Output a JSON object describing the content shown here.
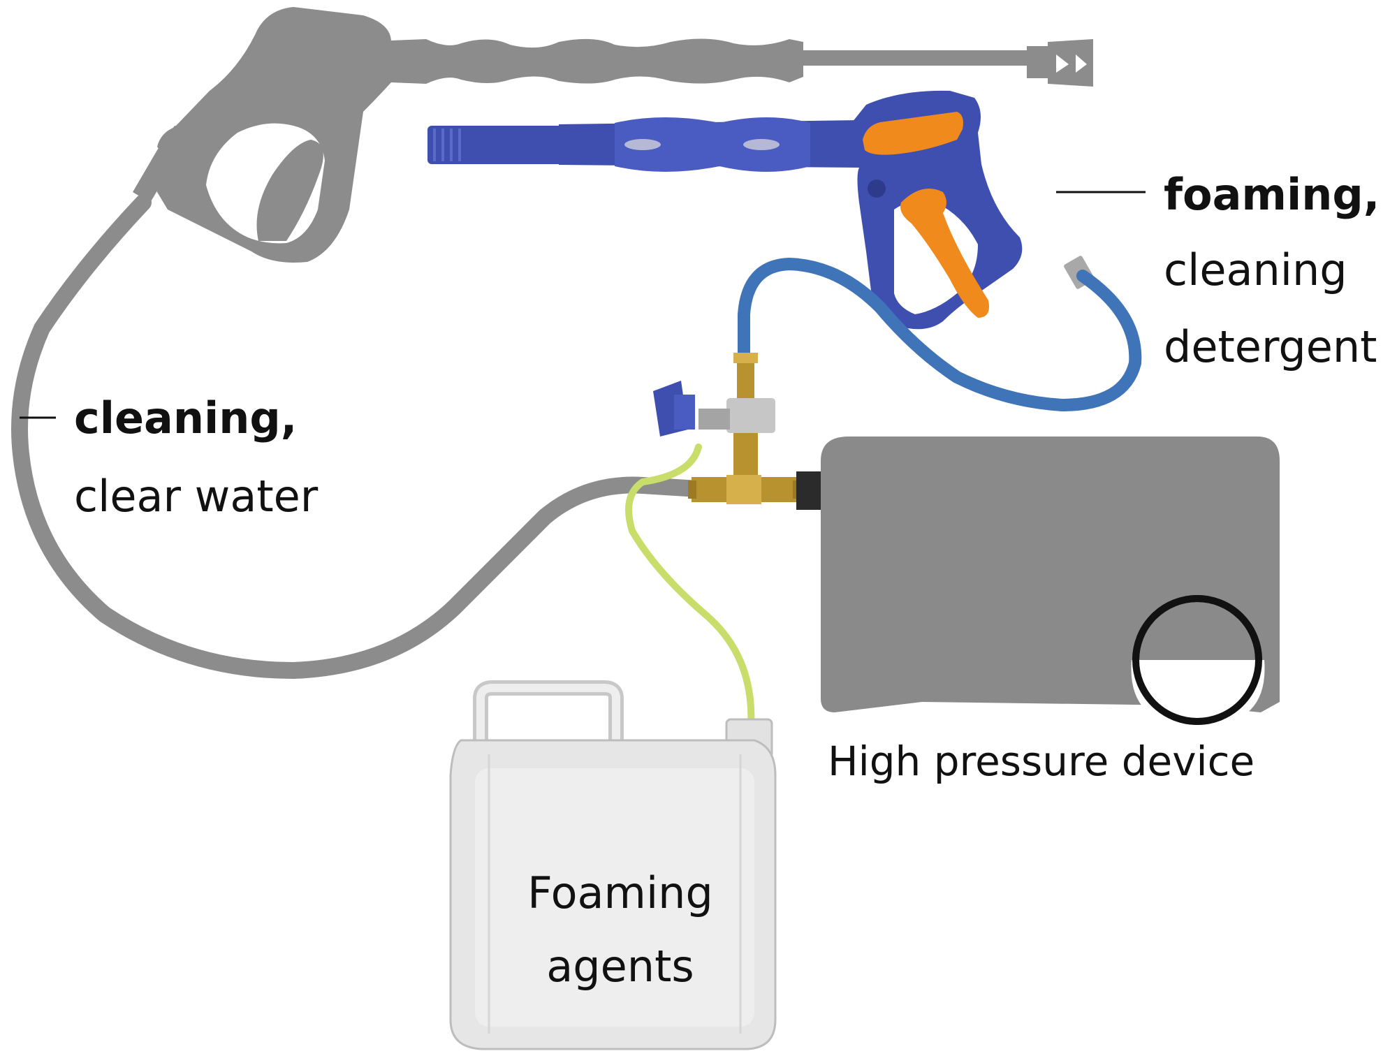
{
  "labels": {
    "left_bold": "cleaning,",
    "left_normal": "clear water",
    "right_bold": "foaming,",
    "right_normal_1": "cleaning",
    "right_normal_2": "detergent",
    "device": "High pressure device",
    "container_1": "Foaming",
    "container_2": "agents"
  },
  "colors": {
    "gray_equipment": "#8c8c8c",
    "device_body": "#8a8a8a",
    "blue_gun": "#3f4fb0",
    "orange_trigger": "#f08a1c",
    "blue_hose": "#3f74b8",
    "foam_tube": "#c8dd6a",
    "brass": "#b8922e",
    "container": "#e6e6e6"
  },
  "icons": {
    "gray_gun": "spray-gun-icon",
    "blue_gun": "foam-gun-icon",
    "device": "pressure-washer-icon",
    "container": "canister-icon",
    "valve": "valve-icon"
  }
}
